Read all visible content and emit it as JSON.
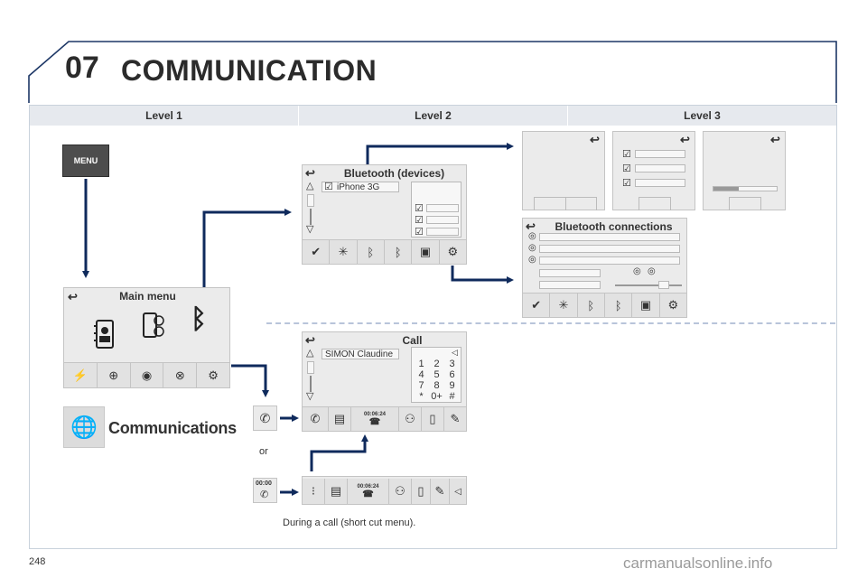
{
  "header": {
    "chapter_number": "07",
    "chapter_title": "COMMUNICATION"
  },
  "levels": [
    "Level 1",
    "Level 2",
    "Level 3"
  ],
  "level1": {
    "menu_button": "MENU",
    "main_menu_title": "Main menu",
    "communications_label": "Communications"
  },
  "bluetooth_devices": {
    "title": "Bluetooth (devices)",
    "device": "iPhone 3G"
  },
  "bluetooth_connections": {
    "title": "Bluetooth connections"
  },
  "call": {
    "title": "Call",
    "contact": "SIMON Claudine",
    "keypad": [
      "1",
      "2",
      "3",
      "4",
      "5",
      "6",
      "7",
      "8",
      "9",
      "*",
      "0+",
      "#"
    ],
    "timer": "00:06:24"
  },
  "shortcut": {
    "timer": "00:00",
    "bar_timer": "00:06:24"
  },
  "or_label": "or",
  "caption": "During a call (short cut menu).",
  "page_number": "248",
  "watermark": "carmanualsonline.info",
  "colors": {
    "arrow": "#0f2a5c",
    "heading": "#2b2b2b",
    "level_band": "#e6e9ee",
    "screen_bg": "#ebebeb"
  }
}
